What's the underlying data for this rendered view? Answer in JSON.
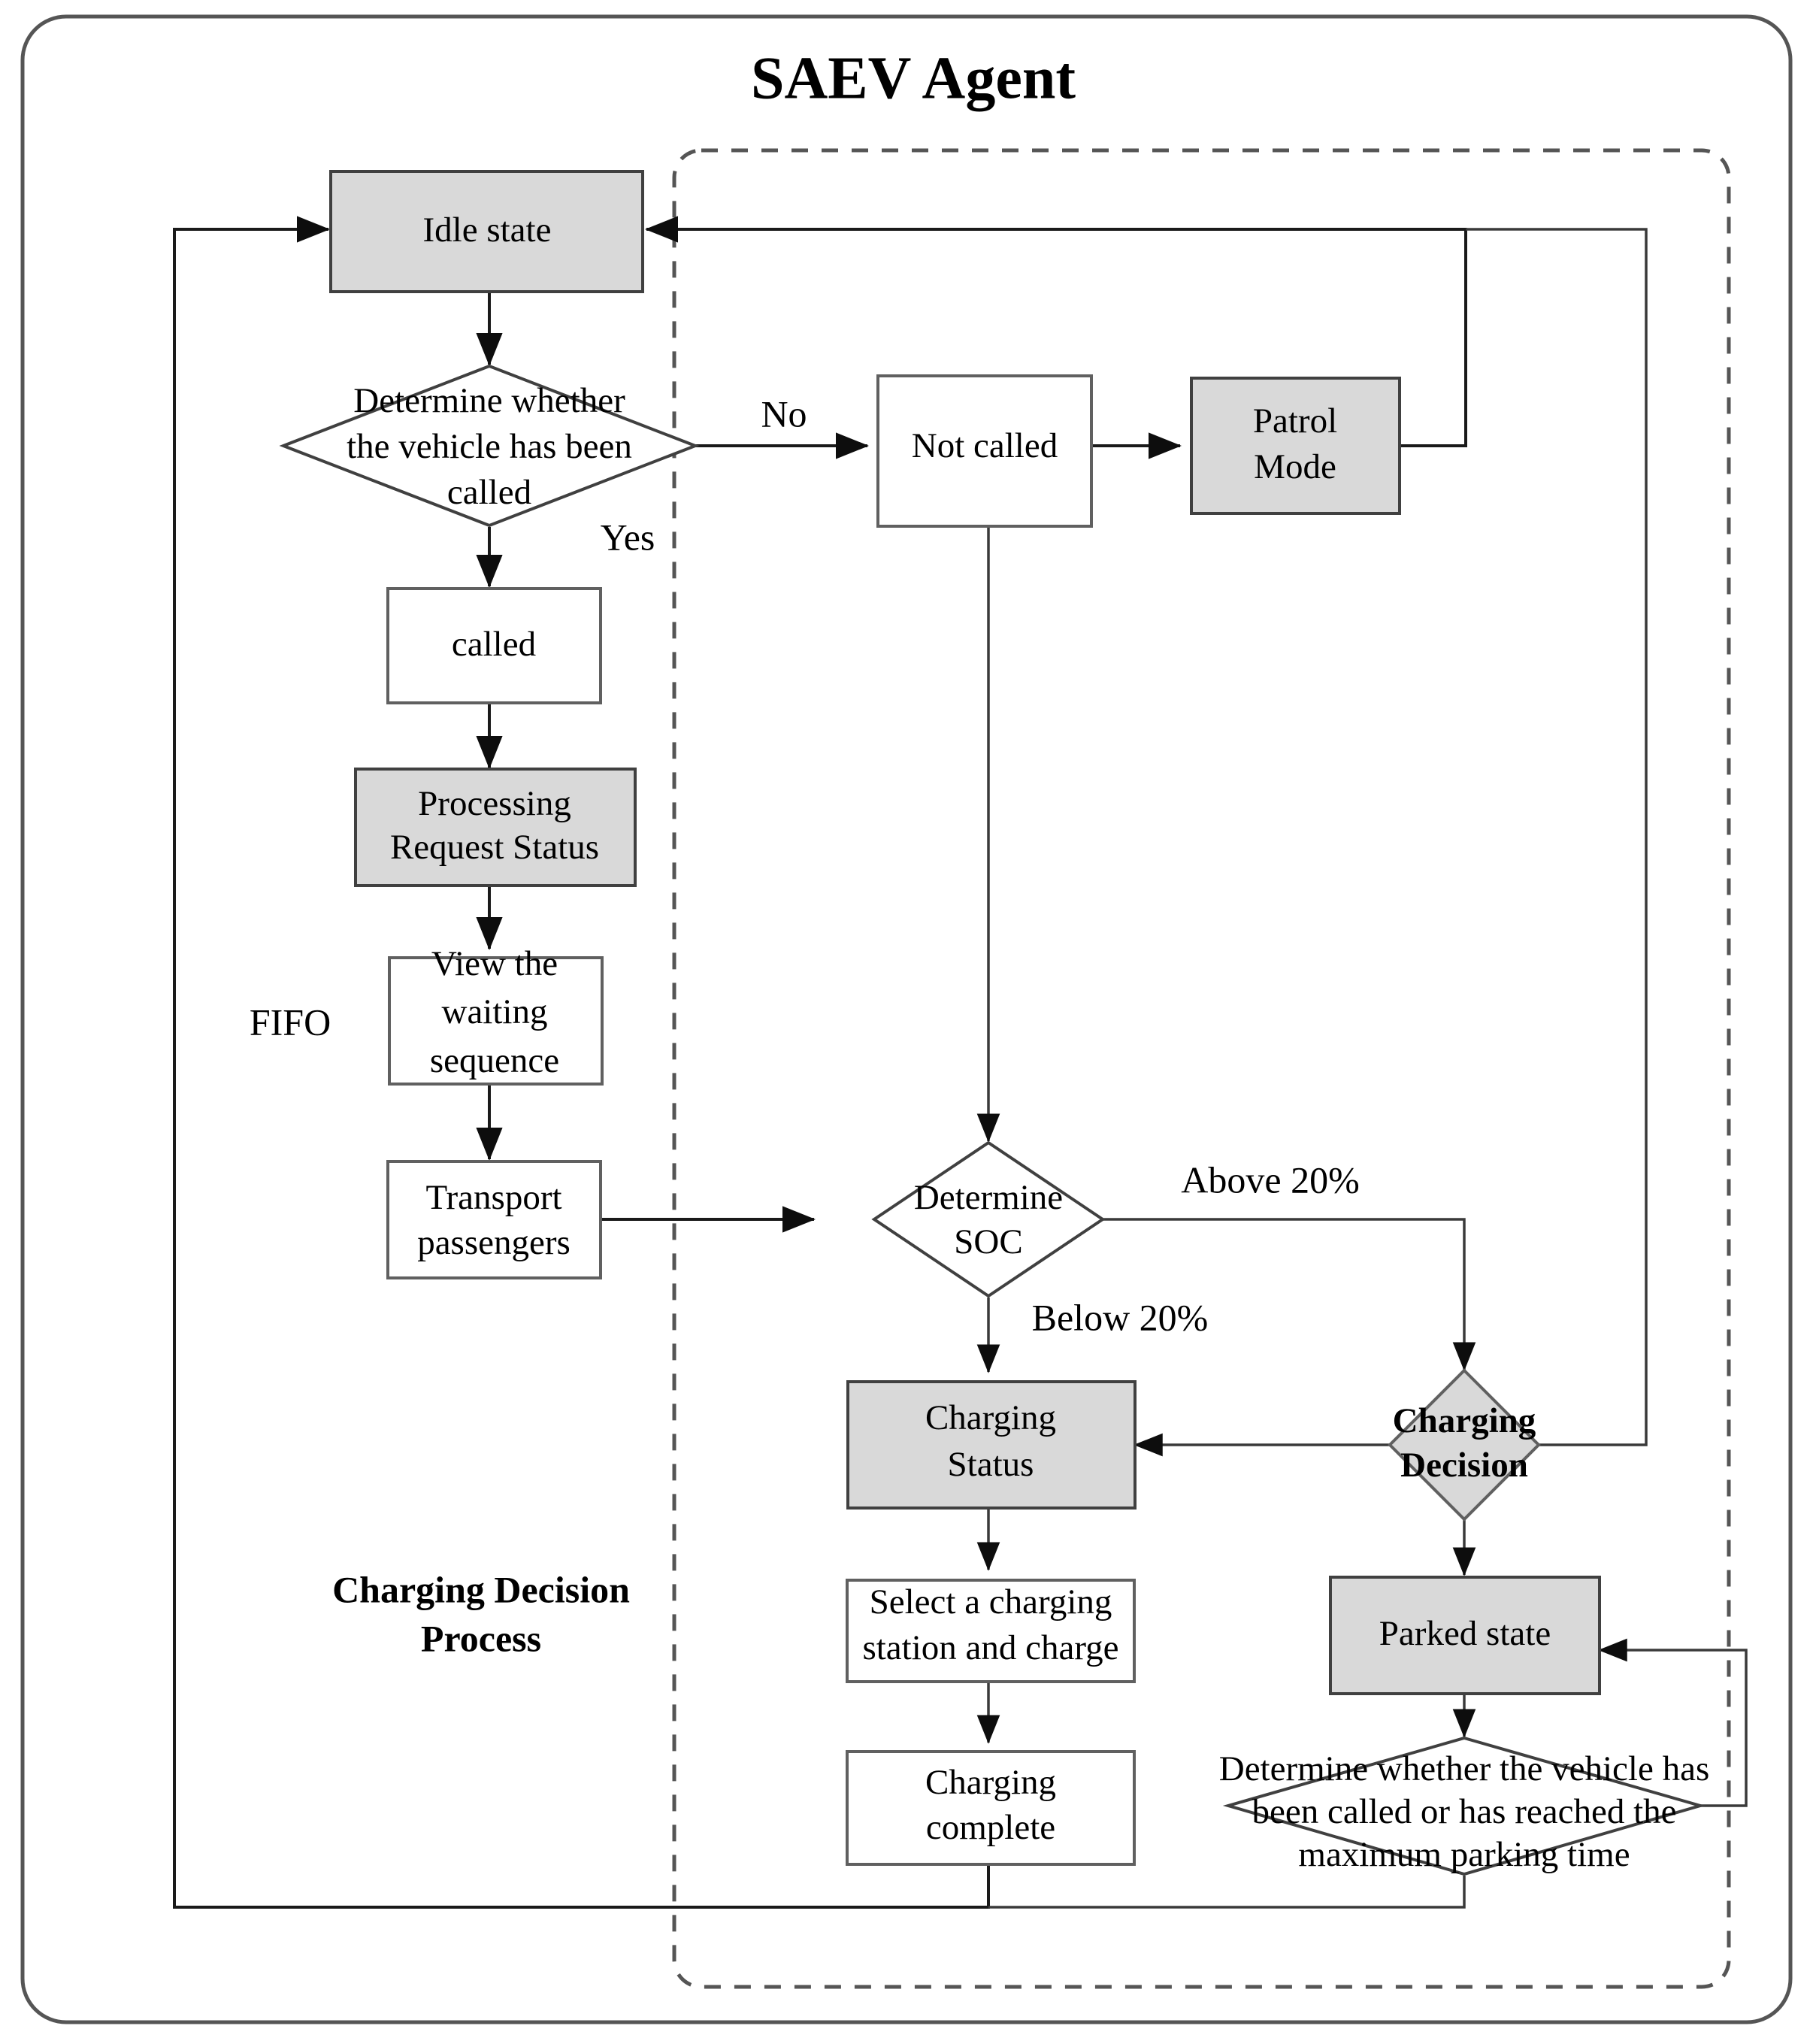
{
  "title": "SAEV Agent",
  "group_labels": {
    "charging_decision_process": "Charging Decision Process",
    "fifo": "FIFO"
  },
  "nodes": {
    "idle_state": "Idle state",
    "determine_called": "Determine whether the vehicle has been called",
    "determine_called_l1": "Determine whether",
    "determine_called_l2": "the vehicle has been",
    "determine_called_l3": "called",
    "not_called": "Not called",
    "patrol_mode": "Patrol Mode",
    "patrol_mode_l1": "Patrol",
    "patrol_mode_l2": "Mode",
    "called": "called",
    "processing_request_status": "Processing Request Status",
    "processing_request_status_l1": "Processing",
    "processing_request_status_l2": "Request Status",
    "view_waiting_sequence": "View the waiting sequence",
    "view_waiting_sequence_l1": "View the",
    "view_waiting_sequence_l2": "waiting",
    "view_waiting_sequence_l3": "sequence",
    "transport_passengers": "Transport passengers",
    "transport_passengers_l1": "Transport",
    "transport_passengers_l2": "passengers",
    "determine_soc": "Determine SOC",
    "determine_soc_l1": "Determine",
    "determine_soc_l2": "SOC",
    "charging_status": "Charging Status",
    "charging_status_l1": "Charging",
    "charging_status_l2": "Status",
    "charging_decision": "Charging Decision",
    "charging_decision_l1": "Charging",
    "charging_decision_l2": "Decision",
    "select_charging_station": "Select a charging station and charge",
    "select_charging_station_l1": "Select a charging",
    "select_charging_station_l2": "station and charge",
    "charging_complete": "Charging complete",
    "charging_complete_l1": "Charging",
    "charging_complete_l2": "complete",
    "parked_state": "Parked state",
    "determine_parking": "Determine whether the vehicle has been called or has reached the maximum parking time",
    "determine_parking_l1": "Determine whether the vehicle has",
    "determine_parking_l2": "been called or has reached the",
    "determine_parking_l3": "maximum parking time"
  },
  "edge_labels": {
    "no": "No",
    "yes": "Yes",
    "above_20": "Above 20%",
    "below_20": "Below 20%"
  },
  "colors": {
    "node_fill_gray": "#d9d9d9",
    "node_fill_white": "#ffffff",
    "node_stroke": "#404040",
    "connector": "#1a1a1a",
    "frame": "#555555",
    "text": "#000000"
  },
  "chart_data": {
    "type": "diagram",
    "title": "SAEV Agent",
    "nodes": [
      {
        "id": "idle_state",
        "label": "Idle state",
        "shape": "rect",
        "fill": "gray"
      },
      {
        "id": "determine_called",
        "label": "Determine whether the vehicle has been called",
        "shape": "diamond",
        "fill": "white"
      },
      {
        "id": "not_called",
        "label": "Not called",
        "shape": "rect",
        "fill": "white"
      },
      {
        "id": "patrol_mode",
        "label": "Patrol Mode",
        "shape": "rect",
        "fill": "gray"
      },
      {
        "id": "called",
        "label": "called",
        "shape": "rect",
        "fill": "white"
      },
      {
        "id": "processing_request_status",
        "label": "Processing Request Status",
        "shape": "rect",
        "fill": "gray"
      },
      {
        "id": "view_waiting_sequence",
        "label": "View the waiting sequence",
        "shape": "rect",
        "fill": "white"
      },
      {
        "id": "transport_passengers",
        "label": "Transport passengers",
        "shape": "rect",
        "fill": "white"
      },
      {
        "id": "determine_soc",
        "label": "Determine SOC",
        "shape": "diamond",
        "fill": "white"
      },
      {
        "id": "charging_status",
        "label": "Charging Status",
        "shape": "rect",
        "fill": "gray"
      },
      {
        "id": "charging_decision",
        "label": "Charging Decision",
        "shape": "diamond",
        "fill": "gray"
      },
      {
        "id": "select_charging_station",
        "label": "Select a charging station and charge",
        "shape": "rect",
        "fill": "white"
      },
      {
        "id": "charging_complete",
        "label": "Charging complete",
        "shape": "rect",
        "fill": "white"
      },
      {
        "id": "parked_state",
        "label": "Parked state",
        "shape": "rect",
        "fill": "gray"
      },
      {
        "id": "determine_parking",
        "label": "Determine whether the vehicle has been called or has reached the maximum parking time",
        "shape": "diamond",
        "fill": "white"
      }
    ],
    "edges": [
      {
        "from": "idle_state",
        "to": "determine_called",
        "label": ""
      },
      {
        "from": "determine_called",
        "to": "not_called",
        "label": "No"
      },
      {
        "from": "determine_called",
        "to": "called",
        "label": "Yes"
      },
      {
        "from": "not_called",
        "to": "patrol_mode",
        "label": ""
      },
      {
        "from": "patrol_mode",
        "to": "idle_state",
        "label": ""
      },
      {
        "from": "not_called",
        "to": "determine_soc",
        "label": ""
      },
      {
        "from": "called",
        "to": "processing_request_status",
        "label": ""
      },
      {
        "from": "processing_request_status",
        "to": "view_waiting_sequence",
        "label": ""
      },
      {
        "from": "view_waiting_sequence",
        "to": "transport_passengers",
        "label": ""
      },
      {
        "from": "transport_passengers",
        "to": "determine_soc",
        "label": ""
      },
      {
        "from": "determine_soc",
        "to": "charging_decision",
        "label": "Above 20%"
      },
      {
        "from": "determine_soc",
        "to": "charging_status",
        "label": "Below 20%"
      },
      {
        "from": "charging_decision",
        "to": "charging_status",
        "label": ""
      },
      {
        "from": "charging_decision",
        "to": "parked_state",
        "label": ""
      },
      {
        "from": "charging_decision",
        "to": "idle_state",
        "label": ""
      },
      {
        "from": "charging_status",
        "to": "select_charging_station",
        "label": ""
      },
      {
        "from": "select_charging_station",
        "to": "charging_complete",
        "label": ""
      },
      {
        "from": "charging_complete",
        "to": "idle_state",
        "label": ""
      },
      {
        "from": "parked_state",
        "to": "determine_parking",
        "label": ""
      },
      {
        "from": "determine_parking",
        "to": "parked_state",
        "label": ""
      },
      {
        "from": "determine_parking",
        "to": "idle_state",
        "label": ""
      }
    ],
    "groups": [
      {
        "label": "Charging Decision Process",
        "style": "dashed"
      }
    ],
    "annotations": [
      "FIFO"
    ]
  }
}
